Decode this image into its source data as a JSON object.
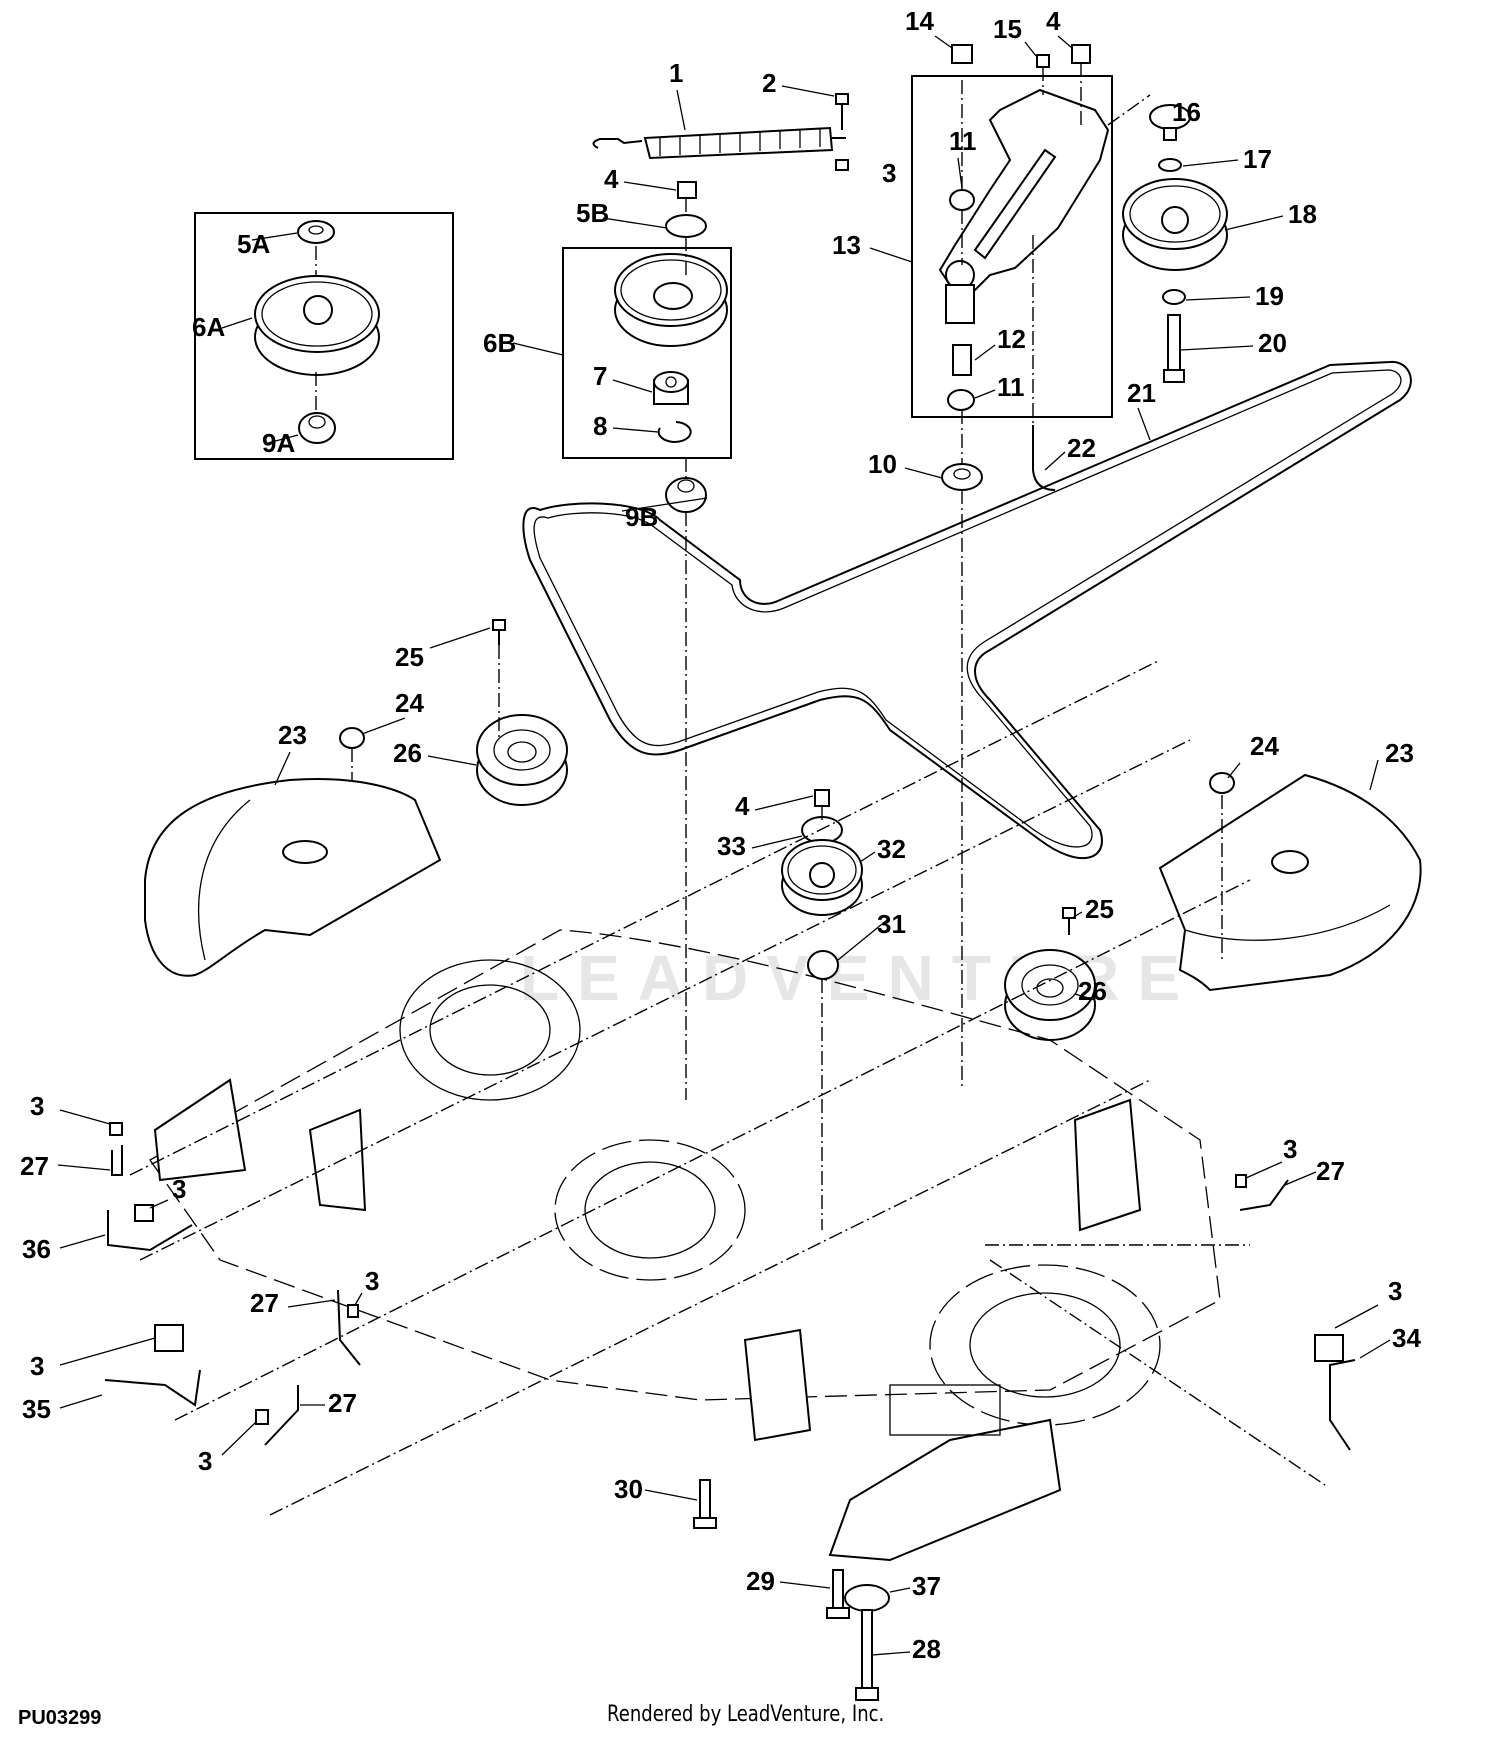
{
  "figure": {
    "id": "PU03299",
    "credit": "Rendered by LeadVenture, Inc.",
    "watermark": "LEADVENTURE",
    "subject": "Mower deck belt, idler pulleys and spindle assemblies (exploded view)"
  },
  "callouts": [
    {
      "label": "1",
      "part": "extension spring"
    },
    {
      "label": "2",
      "part": "bolt"
    },
    {
      "label": "3",
      "part": "nut"
    },
    {
      "label": "4",
      "part": "nut"
    },
    {
      "label": "5A",
      "part": "dust shield"
    },
    {
      "label": "6A",
      "part": "idler pulley"
    },
    {
      "label": "9A",
      "part": "spacer"
    },
    {
      "label": "5B",
      "part": "washer"
    },
    {
      "label": "6B",
      "part": "idler pulley assembly"
    },
    {
      "label": "7",
      "part": "bearing"
    },
    {
      "label": "8",
      "part": "snap ring"
    },
    {
      "label": "9B",
      "part": "spacer"
    },
    {
      "label": "10",
      "part": "bushing"
    },
    {
      "label": "11",
      "part": "bushing"
    },
    {
      "label": "11",
      "part": "bushing"
    },
    {
      "label": "12",
      "part": "sleeve"
    },
    {
      "label": "13",
      "part": "idler arm assembly"
    },
    {
      "label": "14",
      "part": "nut"
    },
    {
      "label": "15",
      "part": "grease fitting"
    },
    {
      "label": "4",
      "part": "nut"
    },
    {
      "label": "16",
      "part": "dust shield"
    },
    {
      "label": "17",
      "part": "washer"
    },
    {
      "label": "18",
      "part": "idler pulley"
    },
    {
      "label": "19",
      "part": "washer"
    },
    {
      "label": "20",
      "part": "bolt"
    },
    {
      "label": "21",
      "part": "V-belt"
    },
    {
      "label": "22",
      "part": "pin"
    },
    {
      "label": "23",
      "part": "belt shield (left)"
    },
    {
      "label": "24",
      "part": "plug"
    },
    {
      "label": "25",
      "part": "bolt"
    },
    {
      "label": "26",
      "part": "sheave (left)"
    },
    {
      "label": "4",
      "part": "nut"
    },
    {
      "label": "33",
      "part": "washer"
    },
    {
      "label": "32",
      "part": "idler pulley"
    },
    {
      "label": "31",
      "part": "spacer"
    },
    {
      "label": "24",
      "part": "plug"
    },
    {
      "label": "23",
      "part": "belt shield (right)"
    },
    {
      "label": "25",
      "part": "bolt"
    },
    {
      "label": "26",
      "part": "sheave (right)"
    },
    {
      "label": "3",
      "part": "nut"
    },
    {
      "label": "27",
      "part": "bracket"
    },
    {
      "label": "3",
      "part": "nut"
    },
    {
      "label": "36",
      "part": "gauge wheel bracket"
    },
    {
      "label": "27",
      "part": "bracket"
    },
    {
      "label": "3",
      "part": "nut"
    },
    {
      "label": "3",
      "part": "nut"
    },
    {
      "label": "35",
      "part": "gauge wheel bracket"
    },
    {
      "label": "27",
      "part": "bracket"
    },
    {
      "label": "3",
      "part": "nut"
    },
    {
      "label": "3",
      "part": "nut"
    },
    {
      "label": "27",
      "part": "bracket"
    },
    {
      "label": "3",
      "part": "nut"
    },
    {
      "label": "34",
      "part": "gauge wheel bracket"
    },
    {
      "label": "30",
      "part": "bolt"
    },
    {
      "label": "29",
      "part": "bolt"
    },
    {
      "label": "37",
      "part": "washer"
    },
    {
      "label": "28",
      "part": "bolt"
    }
  ]
}
